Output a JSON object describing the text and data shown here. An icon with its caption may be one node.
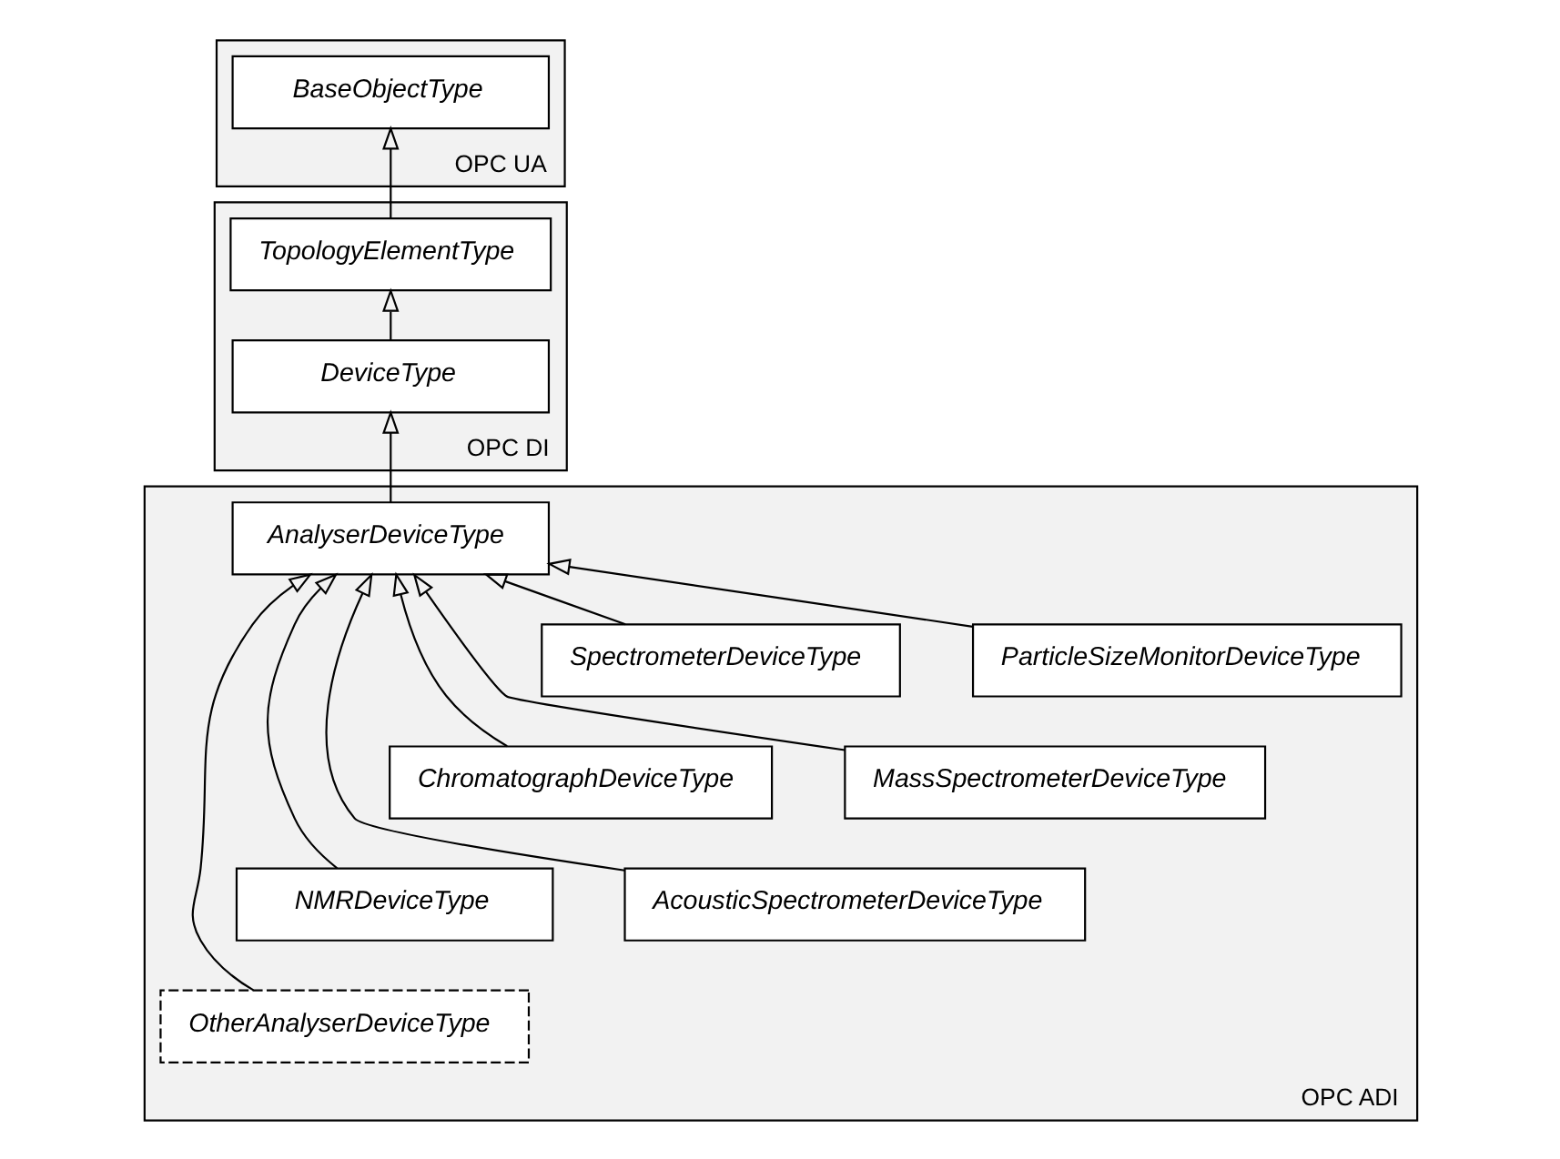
{
  "diagram": {
    "nodes": [
      {
        "text": [
          "OPC UA"
        ]
      },
      {
        "text": [
          "BaseObjectType"
        ],
        "in": 0
      },
      {
        "text": [
          "OPC DI"
        ]
      },
      {
        "text": [
          "TopologyElementType"
        ],
        "in": 2
      },
      {
        "text": [
          "DeviceType"
        ],
        "in": 2
      },
      {
        "text": [
          "OPC ADI"
        ]
      },
      {
        "text": [
          "AnalyserDeviceType"
        ],
        "in": 5
      },
      {
        "text": [
          "ParticleSizeMonitorDeviceType"
        ],
        "in": 5
      },
      {
        "text": [
          "SpectrometerDeviceType"
        ],
        "in": 5
      },
      {
        "text": [
          "MassSpectrometerDeviceType"
        ],
        "in": 5
      },
      {
        "text": [
          "ChromatographDeviceType"
        ],
        "in": 5
      },
      {
        "text": [
          "AcousticSpectrometerDeviceType"
        ],
        "in": 5
      },
      {
        "text": [
          "NMRDeviceType"
        ],
        "in": 5
      },
      {
        "text": [
          "OtherAnalyserDeviceType"
        ],
        "in": 5
      }
    ],
    "edges": [
      {
        "from": 3,
        "to": 1,
        "arrow": "to"
      },
      {
        "from": 4,
        "to": 3,
        "arrow": "to"
      },
      {
        "from": 6,
        "to": 4,
        "arrow": "to"
      },
      {
        "from": 7,
        "to": 6,
        "arrow": "to"
      },
      {
        "from": 8,
        "to": 6,
        "arrow": "to"
      },
      {
        "from": 9,
        "to": 6,
        "arrow": "to"
      },
      {
        "from": 10,
        "to": 6,
        "arrow": "to"
      },
      {
        "from": 11,
        "to": 6,
        "arrow": "to"
      },
      {
        "from": 12,
        "to": 6,
        "arrow": "to"
      },
      {
        "from": 13,
        "to": 6,
        "arrow": "to"
      }
    ]
  }
}
